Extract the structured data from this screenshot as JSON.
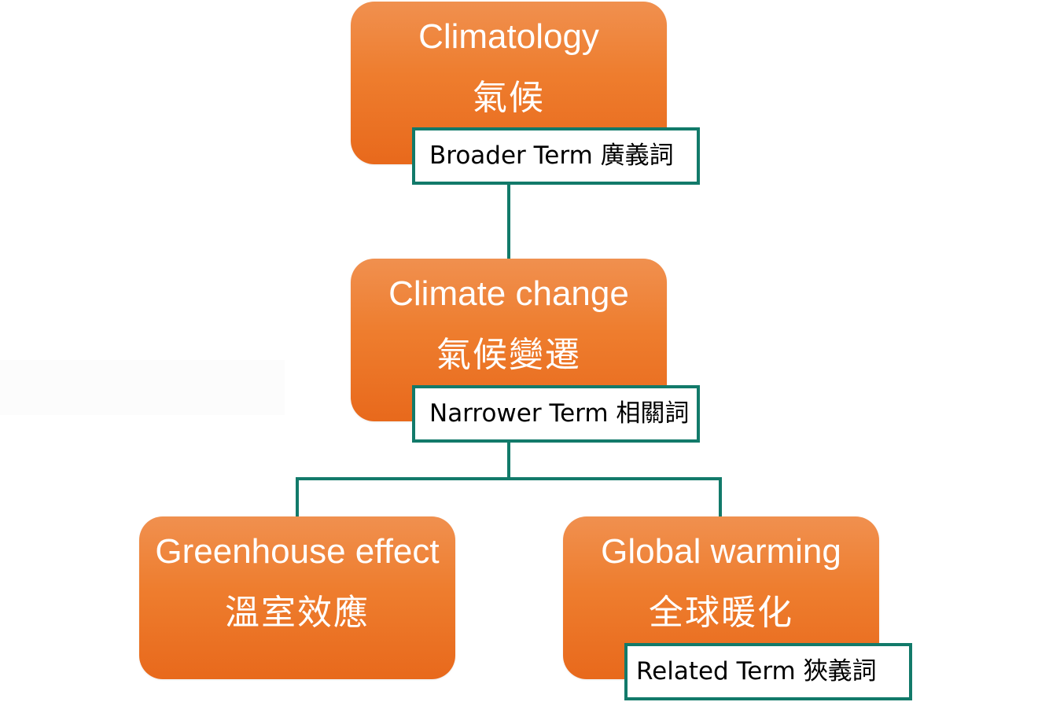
{
  "colors": {
    "term_fill_top": "#f0904f",
    "term_fill_bottom": "#e8691c",
    "term_text": "#ffffff",
    "connector": "#127a6a",
    "label_border": "#127a6a",
    "label_text": "#000000"
  },
  "terms": {
    "climatology": {
      "en": "Climatology",
      "zh": "氣候"
    },
    "climate_change": {
      "en": "Climate change",
      "zh": "氣候變遷"
    },
    "greenhouse_effect": {
      "en": "Greenhouse effect",
      "zh": "溫室效應"
    },
    "global_warming": {
      "en": "Global warming",
      "zh": "全球暖化"
    }
  },
  "labels": {
    "broader": "Broader Term 廣義詞",
    "narrower": "Narrower Term 相關詞",
    "related": "Related Term 狹義詞"
  }
}
